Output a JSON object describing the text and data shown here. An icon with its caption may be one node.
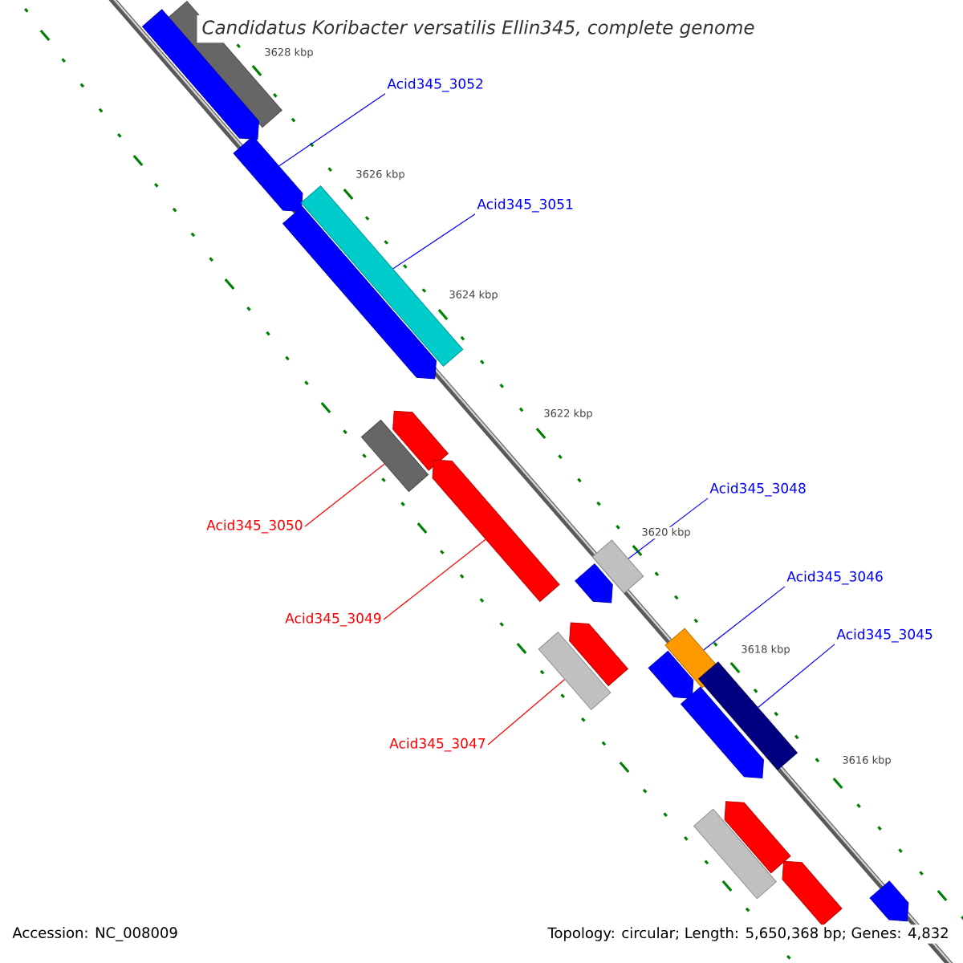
{
  "diagram": {
    "title": "Candidatus Koribacter versatilis Ellin345, complete genome",
    "nodes": [
      {
        "text": [
          "Acid345_3052"
        ]
      },
      {
        "text": [
          "Acid345_3051"
        ]
      },
      {
        "text": [
          "Acid345_3048"
        ]
      },
      {
        "text": [
          "Acid345_3050"
        ]
      },
      {
        "text": [
          "Acid345_3046"
        ]
      },
      {
        "text": [
          "Acid345_3049"
        ]
      },
      {
        "text": [
          "Acid345_3045"
        ]
      },
      {
        "text": [
          "Acid345_3047"
        ]
      },
      {
        "text": [],
        "shape": "box"
      },
      {
        "text": [],
        "shape": "arrow"
      },
      {
        "text": [],
        "shape": "arrow"
      },
      {
        "text": [],
        "shape": "box"
      },
      {
        "text": [],
        "shape": "arrow"
      },
      {
        "text": [],
        "shape": "arrow"
      },
      {
        "text": [],
        "shape": "box"
      },
      {
        "text": [],
        "shape": "arrow"
      },
      {
        "text": [],
        "shape": "box"
      },
      {
        "text": [],
        "shape": "arrow"
      },
      {
        "text": [],
        "shape": "arrow"
      },
      {
        "text": [],
        "shape": "box"
      },
      {
        "text": [],
        "shape": "box"
      },
      {
        "text": [],
        "shape": "arrow"
      },
      {
        "text": [],
        "shape": "box"
      },
      {
        "text": [],
        "shape": "arrow"
      },
      {
        "text": [],
        "shape": "arrow"
      },
      {
        "text": [],
        "shape": "box"
      },
      {
        "text": [],
        "shape": "arrow"
      },
      {
        "text": [],
        "shape": "arrow"
      }
    ],
    "edges": [
      {
        "from": 0,
        "to": 10,
        "arrow": "none"
      },
      {
        "from": 1,
        "to": 11,
        "arrow": "none"
      },
      {
        "from": 2,
        "to": 16,
        "arrow": "none"
      },
      {
        "from": 3,
        "to": 14,
        "arrow": "none",
        "color": "#ff0000"
      },
      {
        "from": 4,
        "to": 19,
        "arrow": "none"
      },
      {
        "from": 5,
        "to": 15,
        "arrow": "none",
        "color": "#ff0000"
      },
      {
        "from": 6,
        "to": 22,
        "arrow": "none"
      },
      {
        "from": 7,
        "to": 20,
        "arrow": "none",
        "color": "#ff0000"
      }
    ],
    "labels": [
      "3628 kbp",
      "3626 kbp",
      "3624 kbp",
      "3622 kbp",
      "3620 kbp",
      "3618 kbp",
      "3616 kbp",
      "Accession: NC_008009",
      "Topology: circular; Length: 5,650,368 bp; Genes: 4,832"
    ]
  }
}
